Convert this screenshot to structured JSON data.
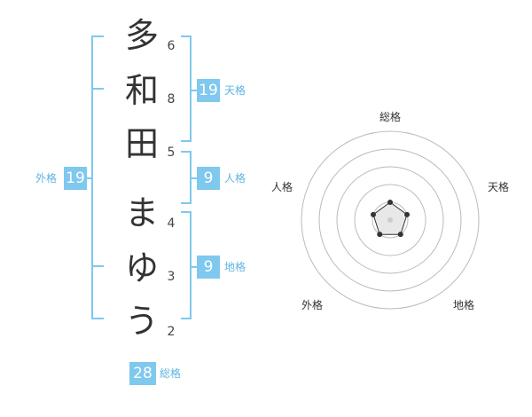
{
  "name_chars": [
    {
      "char": "多",
      "strokes": "6"
    },
    {
      "char": "和",
      "strokes": "8"
    },
    {
      "char": "田",
      "strokes": "5"
    },
    {
      "char": "ま",
      "strokes": "4"
    },
    {
      "char": "ゆ",
      "strokes": "3"
    },
    {
      "char": "う",
      "strokes": "2"
    }
  ],
  "fortunes": {
    "tenkaku": {
      "label": "天格",
      "value": "19"
    },
    "jinkaku": {
      "label": "人格",
      "value": "9"
    },
    "chikaku": {
      "label": "地格",
      "value": "9"
    },
    "gaikaku": {
      "label": "外格",
      "value": "19"
    },
    "soukaku": {
      "label": "総格",
      "value": "28"
    }
  },
  "radar": {
    "labels": {
      "top": "総格",
      "right": "天格",
      "bottom_right": "地格",
      "bottom_left": "外格",
      "left": "人格"
    },
    "levels": 5,
    "values": {
      "soukaku": 1,
      "tenkaku": 1,
      "chikaku": 1,
      "gaikaku": 1,
      "jinkaku": 1
    },
    "colors": {
      "grid": "#bbbbbb",
      "line": "#333333",
      "fill": "#e8e8e8"
    }
  },
  "colors": {
    "accent": "#7fc8ee",
    "label": "#5fb4e0"
  }
}
